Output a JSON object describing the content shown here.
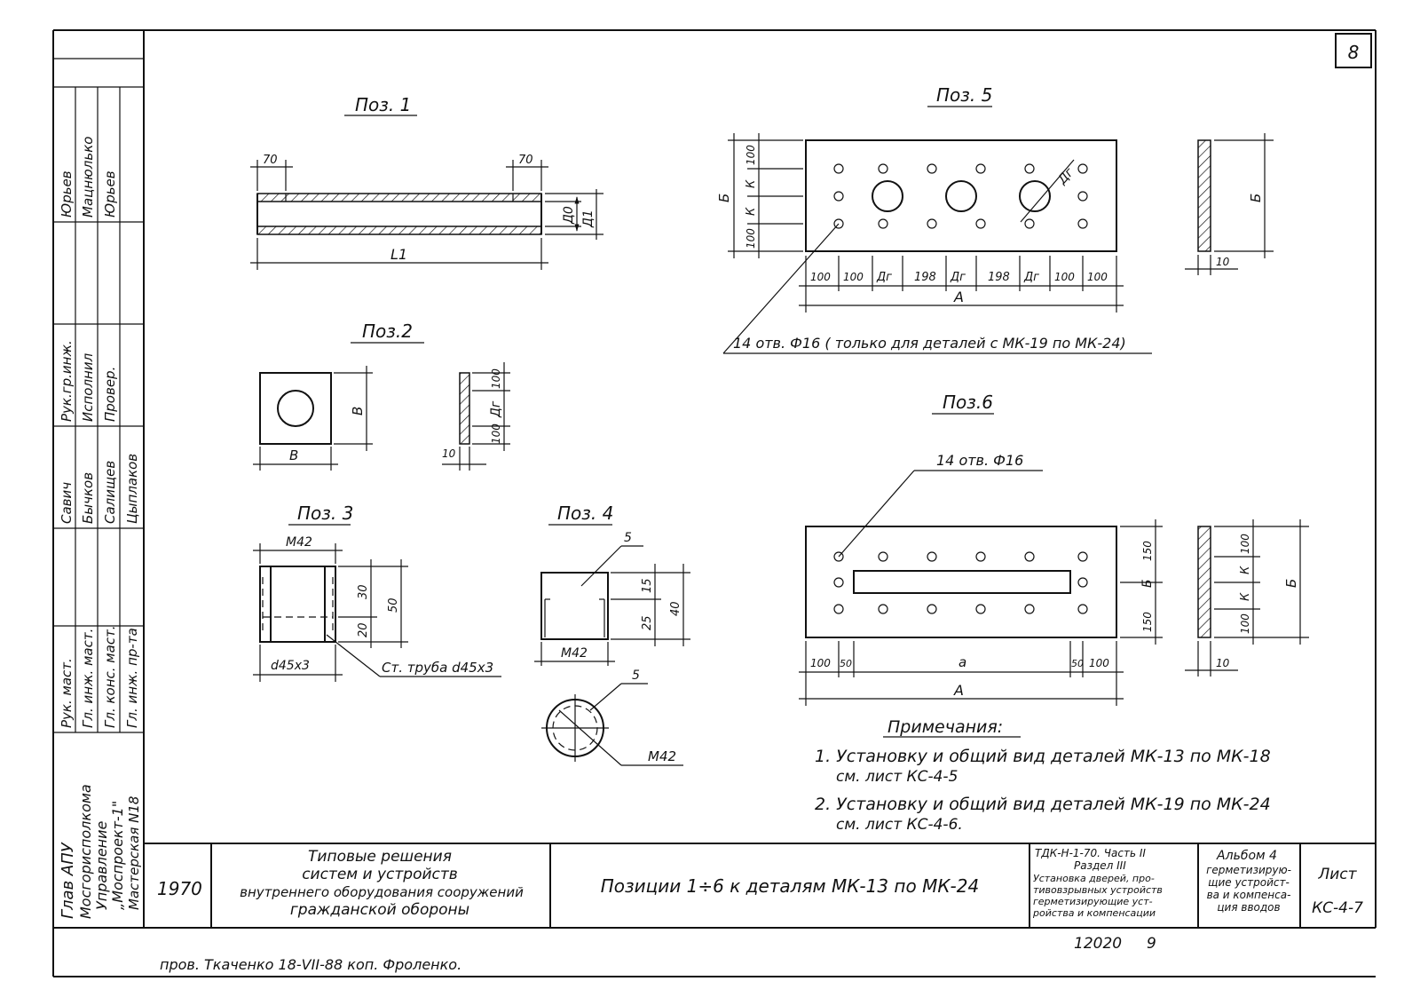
{
  "sheet": {
    "sheet_number": "8",
    "bottom_code": "12020",
    "bottom_page": "9",
    "handwritten_note": "пров. Ткаченко 18-VII-88 коп. Фроленко."
  },
  "positions": {
    "poz1": {
      "label": "Поз. 1",
      "dim_left": "70",
      "dim_right": "70",
      "dim_d0": "Д0",
      "dim_d1": "Д1",
      "dim_l1": "L1"
    },
    "poz2": {
      "label": "Поз.2",
      "dim_b_right": "В",
      "dim_b_bottom": "В",
      "dim_top": "100",
      "dim_dg": "Дг",
      "dim_bottom": "100",
      "dim_thk": "10"
    },
    "poz3": {
      "label": "Поз. 3",
      "dim_top": "М42",
      "dim_30": "30",
      "dim_20": "20",
      "dim_50": "50",
      "dim_bottom": "d45х3",
      "leader": "Ст. труба d45х3"
    },
    "poz4": {
      "label": "Поз. 4",
      "callout_top": "5",
      "dim_15": "15",
      "dim_25": "25",
      "dim_40": "40",
      "dim_bottom": "М42",
      "callout_circle": "5",
      "circle_label": "М42"
    },
    "poz5": {
      "label": "Поз. 5",
      "dim_100_top": "100",
      "dim_k1": "К",
      "dim_k2": "К",
      "dim_100_bot": "100",
      "dim_b": "Б",
      "dim_dg": "Дг",
      "bottom_dims": [
        "100",
        "100",
        "Дг",
        "198",
        "Дг",
        "198",
        "Дг",
        "100",
        "100"
      ],
      "dim_a": "А",
      "side_b": "Б",
      "side_10": "10",
      "leader": "14 отв. Ф16 ( только для деталей с МК-19 по МК-24)"
    },
    "poz6": {
      "label": "Поз.6",
      "leader": "14 отв. Ф16",
      "dim_150_top": "150",
      "dim_b": "Б",
      "dim_150_bot": "150",
      "side_100_top": "100",
      "side_k1": "К",
      "side_k2": "К",
      "side_100_bot": "100",
      "side_b": "Б",
      "side_10": "10",
      "bottom_dims": [
        "100",
        "50",
        "a",
        "50",
        "100"
      ],
      "dim_a": "А"
    }
  },
  "notes": {
    "title": "Примечания:",
    "item1_line1": "1. Установку и общий вид деталей МК-13 по МК-18",
    "item1_line2": "см. лист КС-4-5",
    "item2_line1": "2. Установку и общий вид деталей МК-19 по МК-24",
    "item2_line2": "см. лист КС-4-6."
  },
  "stamp": {
    "org_line1": "Глав АПУ",
    "org_line2": "Мосгорисполкома",
    "org_line3": "Управление",
    "org_line4": "„Моспроект-1\"",
    "org_line5": "Мастерская N18",
    "roles": [
      "Рук. маст.",
      "Гл. инж. маст.",
      "Гл. конс. маст.",
      "Гл. инж. пр-та"
    ],
    "names_col1": [
      "Савич",
      "Бычков",
      "Салищев",
      "Цыплаков"
    ],
    "roles2": [
      "Рук.гр.инж.",
      "Исполнил",
      "Провер."
    ],
    "names_col2": [
      "Юрьев",
      "Мацнюлько",
      "Юрьев"
    ],
    "year": "1970",
    "project_line1": "Типовые решения",
    "project_line2": "систем и устройств",
    "project_line3": "внутреннего оборудования сооружений",
    "project_line4": "гражданской обороны",
    "sheet_title": "Позиции 1÷6 к деталям МК-13 по МК-24",
    "series_line1": "ТДК-Н-1-70. Часть II",
    "series_line2": "Раздел III",
    "series_line3": "Установка дверей, про-",
    "series_line4": "тивовзрывных устройств",
    "series_line5": "герметизирующие уст-",
    "series_line6": "ройства и компенсации",
    "album_line1": "Альбом 4",
    "album_line2": "герметизирую-",
    "album_line3": "щие устройст-",
    "album_line4": "ва и компенса-",
    "album_line5": "ция вводов",
    "list_label": "Лист",
    "list_number": "КС-4-7"
  }
}
